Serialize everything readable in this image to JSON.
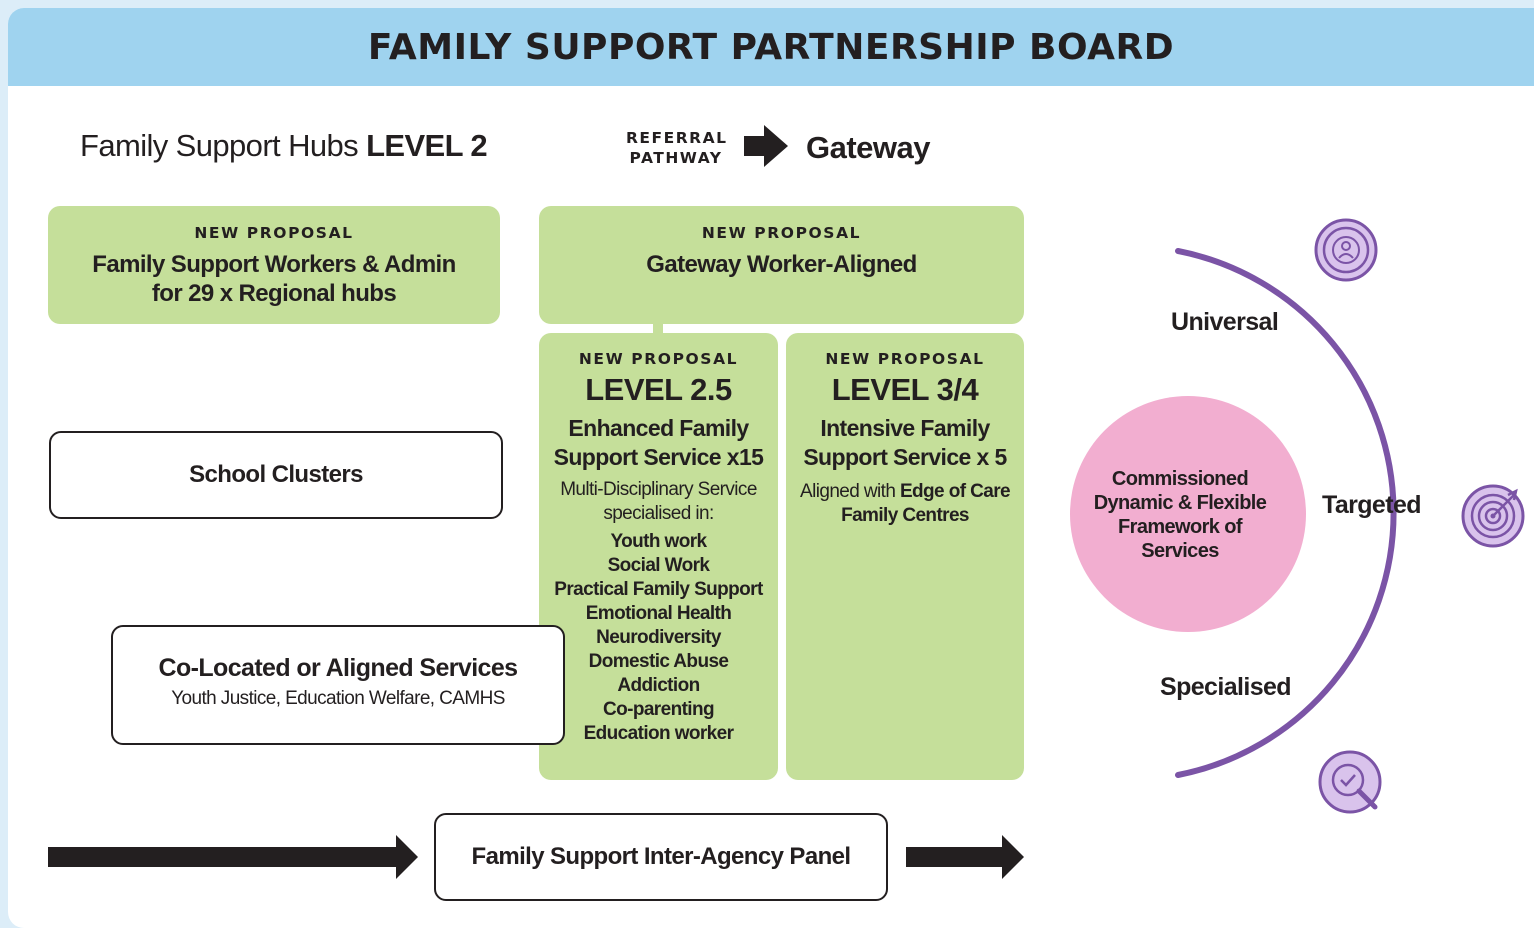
{
  "header": {
    "title": "FAMILY SUPPORT PARTNERSHIP BOARD"
  },
  "hubs": {
    "title_prefix": "Family Support Hubs ",
    "title_level": "LEVEL 2"
  },
  "referral": {
    "line1": "REFERRAL",
    "line2": "PATHWAY",
    "target": "Gateway"
  },
  "hub_proposal": {
    "tag": "NEW PROPOSAL",
    "line1": "Family Support Workers & Admin",
    "line2": "for 29 x Regional hubs"
  },
  "gateway_proposal": {
    "tag": "NEW PROPOSAL",
    "title": "Gateway Worker-Aligned"
  },
  "level25": {
    "tag": "NEW PROPOSAL",
    "level": "LEVEL 2.5",
    "title_line1": "Enhanced Family",
    "title_line2": "Support Service x15",
    "desc_line1": "Multi-Disciplinary Service",
    "desc_line2": "specialised in:",
    "items": [
      "Youth work",
      "Social Work",
      "Practical Family Support",
      "Emotional Health",
      "Neurodiversity",
      "Domestic Abuse",
      "Addiction",
      "Co-parenting",
      "Education worker"
    ]
  },
  "level34": {
    "tag": "NEW PROPOSAL",
    "level": "LEVEL 3/4",
    "title_line1": "Intensive Family",
    "title_line2": "Support Service x 5",
    "desc_prefix": "Aligned with ",
    "desc_bold1": "Edge of Care",
    "desc_bold2": "Family Centres"
  },
  "school_clusters": {
    "label": "School Clusters"
  },
  "colocated": {
    "title": "Co-Located or Aligned Services",
    "subtitle": "Youth Justice, Education Welfare, CAMHS"
  },
  "panel": {
    "label": "Family Support Inter-Agency Panel"
  },
  "framework": {
    "center_line1": "Commissioned",
    "center_line2": "Dynamic & Flexible",
    "center_line3": "Framework of",
    "center_line4": "Services",
    "tiers": {
      "universal": "Universal",
      "targeted": "Targeted",
      "specialised": "Specialised"
    }
  },
  "colors": {
    "header_bg": "#9fd3ef",
    "green_box": "#c5df9a",
    "purple_arc": "#7b54a6",
    "icon_fill": "#d9c3ec",
    "pink_circle": "#f2aed0",
    "page_bg": "#dcedf8"
  },
  "icons": [
    "person-icon",
    "target-icon",
    "search-check-icon",
    "arrow-right-icon"
  ]
}
